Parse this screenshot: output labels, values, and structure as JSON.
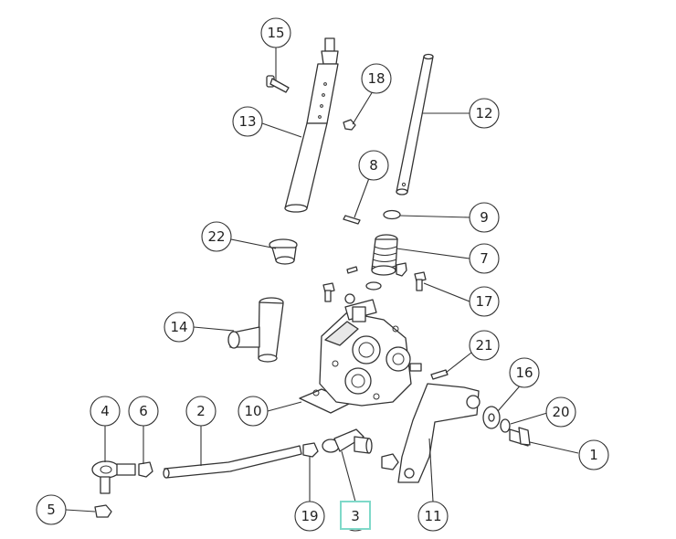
{
  "colors": {
    "line": "#333333",
    "highlight": "#7fd9c9",
    "background": "#ffffff"
  },
  "highlighted_callout": "3",
  "callouts": [
    {
      "id": "c15",
      "label": "15"
    },
    {
      "id": "c18",
      "label": "18"
    },
    {
      "id": "c13",
      "label": "13"
    },
    {
      "id": "c12",
      "label": "12"
    },
    {
      "id": "c8",
      "label": "8"
    },
    {
      "id": "c9",
      "label": "9"
    },
    {
      "id": "c22",
      "label": "22"
    },
    {
      "id": "c7",
      "label": "7"
    },
    {
      "id": "c17",
      "label": "17"
    },
    {
      "id": "c14",
      "label": "14"
    },
    {
      "id": "c21",
      "label": "21"
    },
    {
      "id": "c16",
      "label": "16"
    },
    {
      "id": "c20",
      "label": "20"
    },
    {
      "id": "c10",
      "label": "10"
    },
    {
      "id": "c4",
      "label": "4"
    },
    {
      "id": "c6",
      "label": "6"
    },
    {
      "id": "c2",
      "label": "2"
    },
    {
      "id": "c1",
      "label": "1"
    },
    {
      "id": "c5",
      "label": "5"
    },
    {
      "id": "c19",
      "label": "19"
    },
    {
      "id": "c3",
      "label": "3"
    },
    {
      "id": "c11",
      "label": "11"
    }
  ]
}
